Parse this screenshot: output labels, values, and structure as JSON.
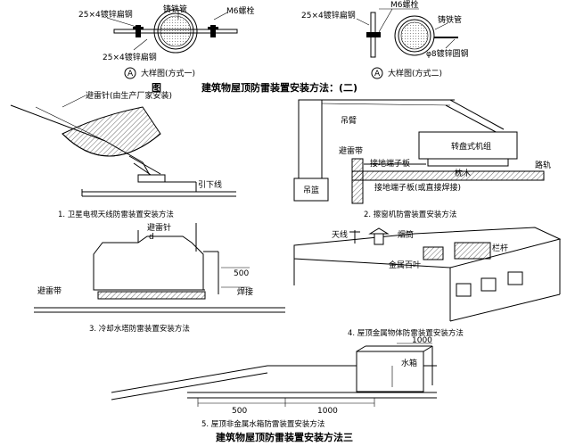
{
  "detail_top_left": {
    "label_flat_steel_a": "25×4镀锌扁钢",
    "label_cast_iron_pipe": "铸铁管",
    "label_m6_bolt": "M6螺栓",
    "label_flat_steel_b": "25×4镀锌扁钢",
    "circle_mark": "A",
    "caption": "大样图(方式一)"
  },
  "detail_top_right": {
    "label_m6_bolt": "M6螺栓",
    "label_flat_steel": "25×4镀锌扁钢",
    "label_cast_iron_pipe": "铸铁管",
    "label_round_steel": "φ8镀锌圆钢",
    "circle_mark": "A",
    "caption": "大样图(方式二)"
  },
  "title_upper": {
    "prefix": "图",
    "text": "建筑物屋顶防雷装置安装方法：(二)"
  },
  "fig1": {
    "label_rod": "避雷针(由生产厂家安装)",
    "label_downlead": "引下线",
    "caption": "1. 卫星电视天线防雷装置安装方法"
  },
  "fig2": {
    "label_boom": "吊臂",
    "label_strip": "避雷带",
    "label_terminal": "接地端子板",
    "label_machine": "转盘式机组",
    "label_rail": "路轨",
    "label_sleeper": "枕木",
    "label_terminal_weld": "接地端子板(或直接焊接)",
    "label_cage": "吊篮",
    "caption": "2. 擦窗机防雷装置安装方法"
  },
  "fig3": {
    "label_rod": "避雷针",
    "label_d": "d",
    "label_dim_500": "500",
    "label_strip": "避雷带",
    "label_weld": "焊接",
    "caption": "3. 冷却水塔防雷装置安装方法"
  },
  "fig4": {
    "label_antenna": "天线",
    "label_chimney": "烟筒",
    "label_railing": "栏杆",
    "label_louver": "金属百叶",
    "caption": "4. 屋顶金属物体防雷装置安装方法"
  },
  "fig5": {
    "label_dim_top": "1000",
    "label_tank": "水箱",
    "label_dim_500": "500",
    "label_dim_1000": "1000",
    "caption": "5. 屋顶非金属水箱防雷装置安装方法"
  },
  "title_bottom": {
    "text": "建筑物屋顶防雷装置安装方法三"
  }
}
